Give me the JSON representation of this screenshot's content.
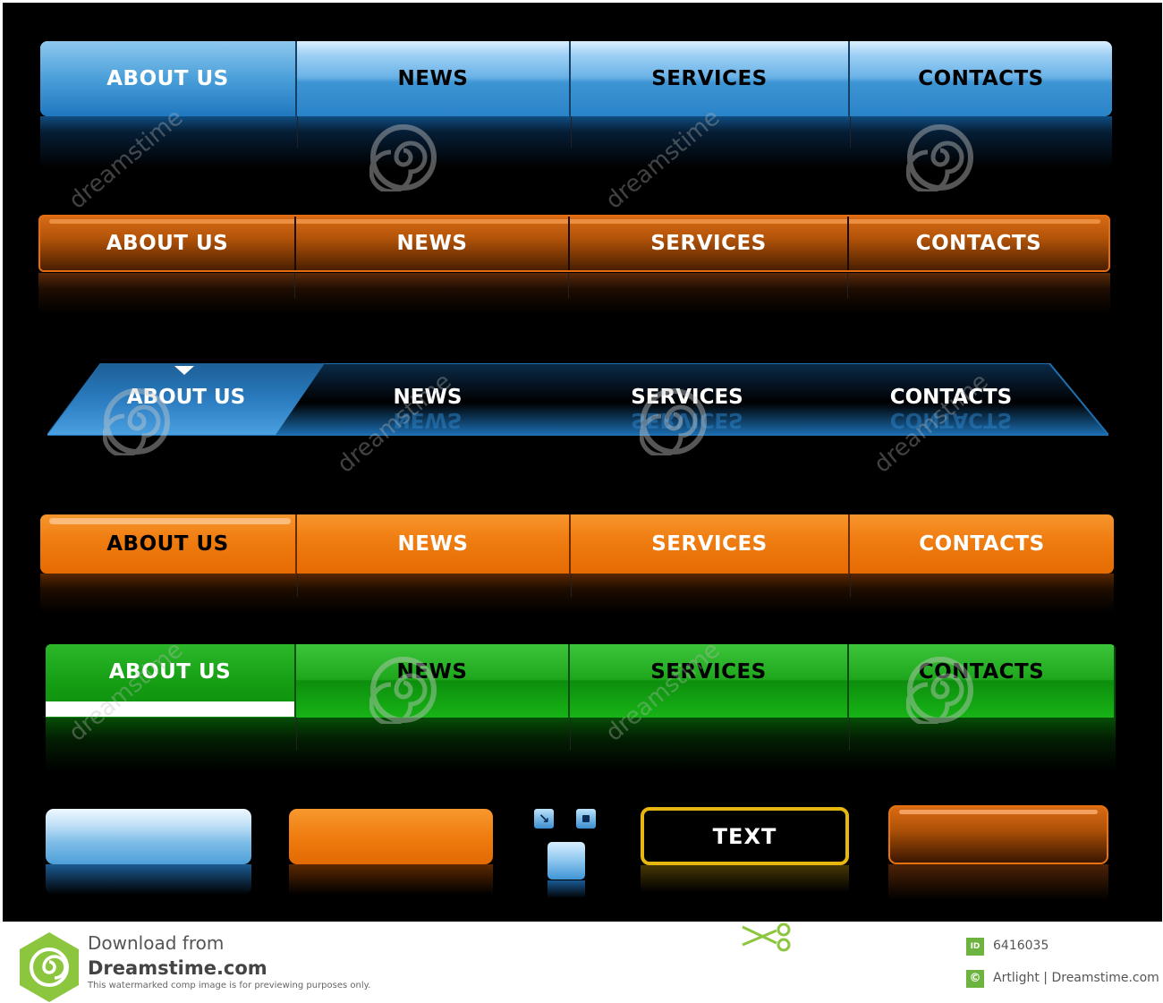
{
  "nav_bars": [
    {
      "style": "blue-glossy",
      "active": 0,
      "items": [
        "ABOUT US",
        "NEWS",
        "SERVICES",
        "CONTACTS"
      ]
    },
    {
      "style": "dark-orange",
      "active": null,
      "items": [
        "ABOUT US",
        "NEWS",
        "SERVICES",
        "CONTACTS"
      ]
    },
    {
      "style": "blue-slanted",
      "active": 0,
      "items": [
        "ABOUT US",
        "NEWS",
        "SERVICES",
        "CONTACTS"
      ]
    },
    {
      "style": "bright-orange",
      "active": 0,
      "items": [
        "ABOUT US",
        "NEWS",
        "SERVICES",
        "CONTACTS"
      ]
    },
    {
      "style": "green",
      "active": 0,
      "items": [
        "ABOUT US",
        "NEWS",
        "SERVICES",
        "CONTACTS"
      ]
    }
  ],
  "buttons": {
    "text_button_label": "TEXT"
  },
  "icons": {
    "small_square_1": "resize-arrow-icon",
    "small_square_2": "square-dot-icon"
  },
  "watermark": {
    "text": "dreamstime"
  },
  "footer": {
    "download_label": "Download from",
    "site_name": "Dreamstime.com",
    "note": "This watermarked comp image is for previewing purposes only.",
    "id_badge": "ID",
    "image_id": "6416035",
    "copyright_symbol": "©",
    "credit": "Artlight | Dreamstime.com"
  },
  "colors": {
    "background": "#000000",
    "blue": "#3d95d3",
    "orange": "#f07e12",
    "dark_orange": "#b35409",
    "green": "#1ea61c",
    "gold_border": "#e7b70f"
  }
}
